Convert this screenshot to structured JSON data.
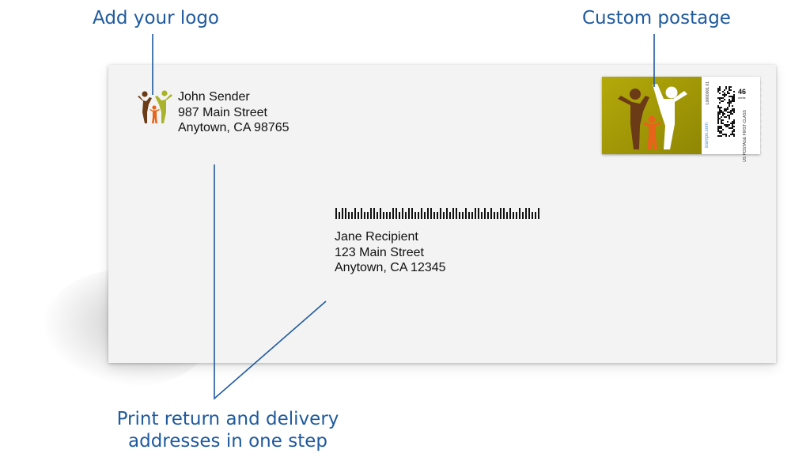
{
  "callouts": {
    "logo": "Add your logo",
    "postage": "Custom postage",
    "print_line1": "Print return and delivery",
    "print_line2": "addresses in one step"
  },
  "sender": {
    "name": "John Sender",
    "street": "987 Main Street",
    "city": "Anytown, CA 98765"
  },
  "recipient": {
    "name": "Jane Recipient",
    "street": "123 Main Street",
    "city": "Anytown, CA 12345"
  },
  "stamp": {
    "value": "46",
    "cents": "cents",
    "mail_class": "US POSTAGE FIRST-CLASS",
    "serial": "L0000001 01",
    "brand": "stamps.com"
  },
  "colors": {
    "callout_text": "#1f5a9e",
    "leader_line": "#1f5a9e",
    "envelope": "#f3f3f3",
    "stamp_olive": "#a39a05",
    "figure_brown": "#6b3a16",
    "figure_orange": "#e8641a",
    "figure_green": "#a9b42c"
  },
  "icons": {
    "logo": "family-logo-icon",
    "barcode": "postal-barcode-icon",
    "qr": "qr-code-icon"
  }
}
